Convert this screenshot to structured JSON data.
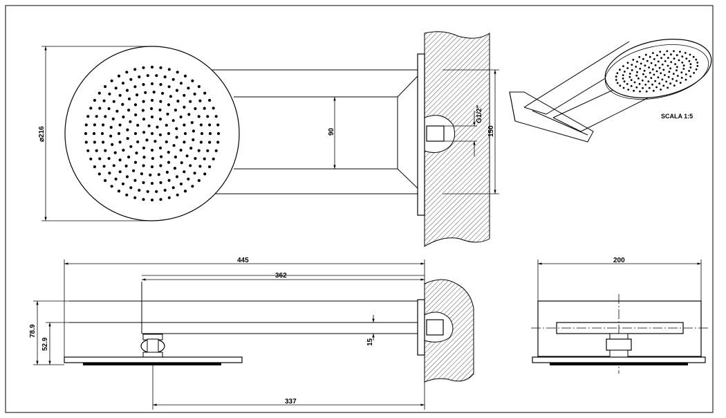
{
  "dimensions": {
    "diameter": "216",
    "arm_width": "90",
    "plate_height": "150",
    "thread": "G1/2\"",
    "total_length": "445",
    "arm_length": "362",
    "height_total": "78.9",
    "height_arm": "52.9",
    "arm_thickness": "15",
    "head_offset": "337",
    "side_width": "200"
  },
  "scale_label": "SCALA 1:5",
  "colors": {
    "line": "#000000",
    "background": "#ffffff"
  }
}
